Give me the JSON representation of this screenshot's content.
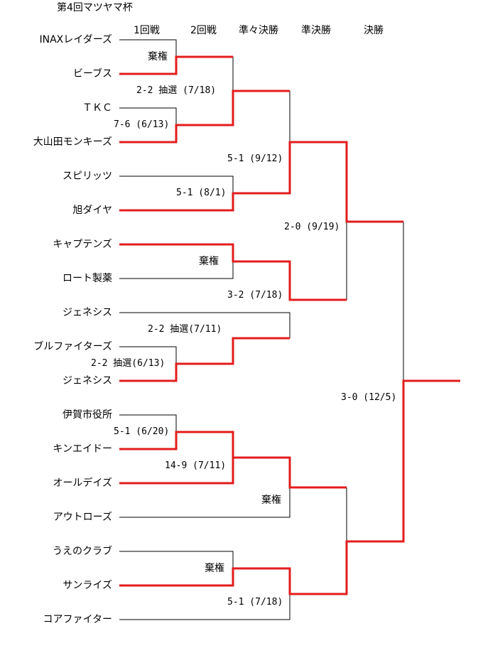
{
  "title": "第4回マツヤマ杯",
  "rounds": [
    "1回戦",
    "2回戦",
    "準々決勝",
    "準決勝",
    "決勝"
  ],
  "teams": [
    "INAXレイダーズ",
    "ビーブス",
    "ＴＫＣ",
    "大山田モンキーズ",
    "スピリッツ",
    "旭ダイヤ",
    "キャプテンズ",
    "ロート製薬",
    "ジェネシス",
    "ブルファイターズ",
    "ジェネシス",
    "伊賀市役所",
    "キンエイドー",
    "オールデイズ",
    "アウトローズ",
    "うえのクラブ",
    "サンライズ",
    "コアファイター"
  ],
  "results": {
    "r1_1": "棄権",
    "r1_2": "7-6 (6/13)",
    "r1_3": "2-2 抽選(6/13)",
    "r1_4": "5-1 (6/20)",
    "r2_1": "2-2 抽選 (7/18)",
    "r2_2": "5-1 (8/1)",
    "r2_3": "棄権",
    "r2_4": "2-2 抽選(7/11)",
    "r2_5": "14-9 (7/11)",
    "r2_6": "棄権",
    "qf_1": "5-1 (9/12)",
    "qf_2": "3-2 (7/18)",
    "qf_3": "棄権",
    "qf_4": "5-1 (7/18)",
    "sf_1": "2-0 (9/19)",
    "final": "3-0 (12/5)"
  },
  "colors": {
    "winner_line": "#e31c1c",
    "line": "#000000"
  }
}
